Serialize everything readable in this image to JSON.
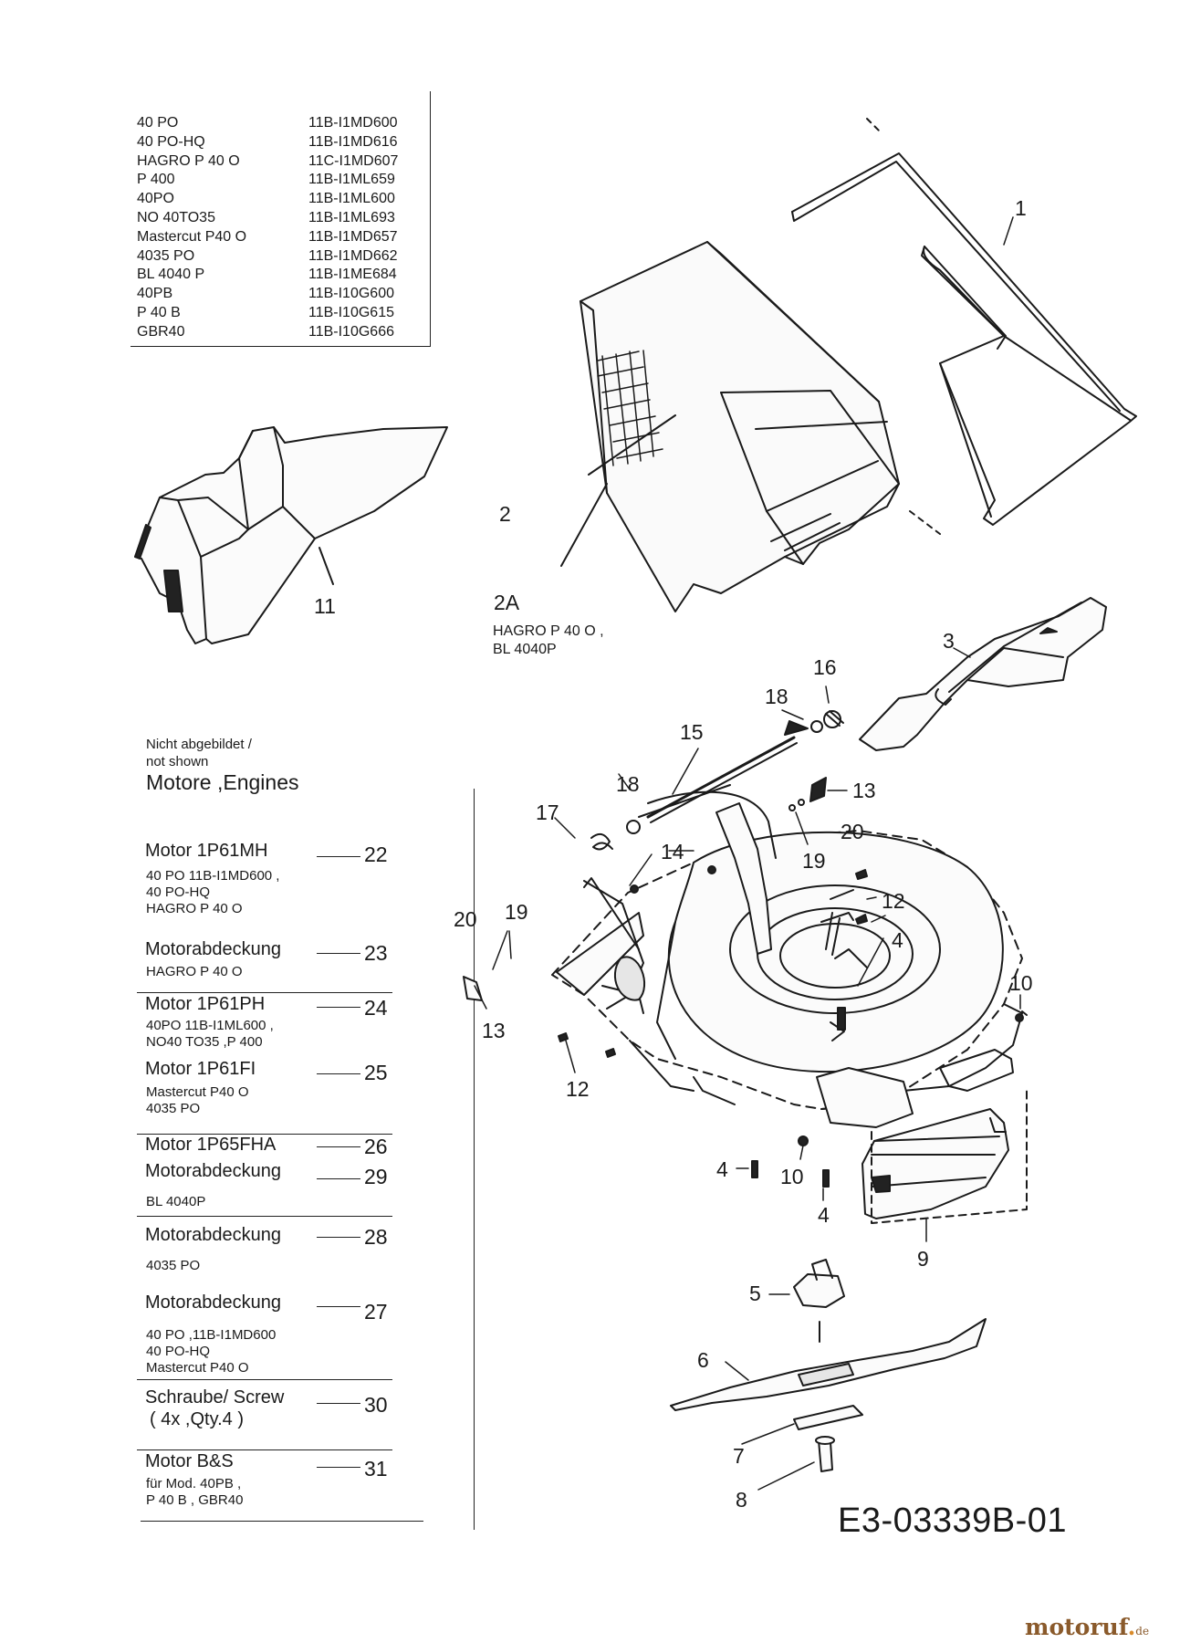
{
  "models": [
    {
      "model": "40 PO",
      "code": "11B-I1MD600"
    },
    {
      "model": "40 PO-HQ",
      "code": "11B-I1MD616"
    },
    {
      "model": "HAGRO P 40 O",
      "code": "11C-I1MD607"
    },
    {
      "model": "P 400",
      "code": "11B-I1ML659"
    },
    {
      "model": "40PO",
      "code": "11B-I1ML600"
    },
    {
      "model": "NO 40TO35",
      "code": "11B-I1ML693"
    },
    {
      "model": "Mastercut P40 O",
      "code": "11B-I1MD657"
    },
    {
      "model": "4035 PO",
      "code": "11B-I1MD662"
    },
    {
      "model": "BL 4040 P",
      "code": "11B-I1ME684"
    },
    {
      "model": "40PB",
      "code": "11B-I10G600"
    },
    {
      "model": "P 40 B",
      "code": "11B-I10G615"
    },
    {
      "model": "GBR40",
      "code": "11B-I10G666"
    }
  ],
  "legend": {
    "note_line1": "Nicht abgebildet /",
    "note_line2": "not shown",
    "title": "Motore ,Engines",
    "entries": [
      {
        "name": "Motor 1P61MH",
        "num": "22",
        "sub": [
          "40 PO   11B-I1MD600 ,",
          "40 PO-HQ",
          "HAGRO P 40 O"
        ]
      },
      {
        "name": "Motorabdeckung",
        "num": "23",
        "sub": [
          "HAGRO P 40 O"
        ]
      },
      {
        "name": "Motor 1P61PH",
        "num": "24",
        "sub": [
          "40PO  11B-I1ML600 ,",
          "NO40 TO35  ,P 400"
        ]
      },
      {
        "name": "Motor 1P61FI",
        "num": "25",
        "sub": [
          "Mastercut P40 O",
          "4035 PO"
        ]
      },
      {
        "name": "Motor 1P65FHA",
        "num": "26",
        "sub": []
      },
      {
        "name": "Motorabdeckung",
        "num": "29",
        "sub": [
          "BL 4040P"
        ]
      },
      {
        "name": "Motorabdeckung",
        "num": "28",
        "sub": [
          "4035 PO"
        ]
      },
      {
        "name": "Motorabdeckung",
        "num": "27",
        "sub": [
          "40 PO  ,11B-I1MD600",
          "40 PO-HQ",
          "Mastercut P40 O"
        ]
      },
      {
        "name": "Schraube/ Screw",
        "name2": "( 4x  ,Qty.4 )",
        "num": "30",
        "sub": []
      },
      {
        "name": "Motor B&S",
        "num": "31",
        "sub": [
          "für Mod. 40PB ,",
          "P 40 B , GBR40"
        ]
      }
    ]
  },
  "callouts": {
    "n1": "1",
    "n2": "2",
    "n2a": "2A",
    "n3": "3",
    "n4a": "4",
    "n4b": "4",
    "n4c": "4",
    "n5": "5",
    "n6": "6",
    "n7": "7",
    "n8": "8",
    "n9": "9",
    "n10a": "10",
    "n10b": "10",
    "n11": "11",
    "n12a": "12",
    "n12b": "12",
    "n13a": "13",
    "n13b": "13",
    "n14": "14",
    "n15": "15",
    "n16": "16",
    "n17": "17",
    "n18a": "18",
    "n18b": "18",
    "n19a": "19",
    "n19b": "19",
    "n20a": "20",
    "n20b": "20"
  },
  "note_2a": [
    "HAGRO P 40 O ,",
    "BL 4040P"
  ],
  "drawing_code": "E3-03339B-01",
  "brand": {
    "name": "motoruf",
    "dot": ".",
    "suffix": "de"
  }
}
